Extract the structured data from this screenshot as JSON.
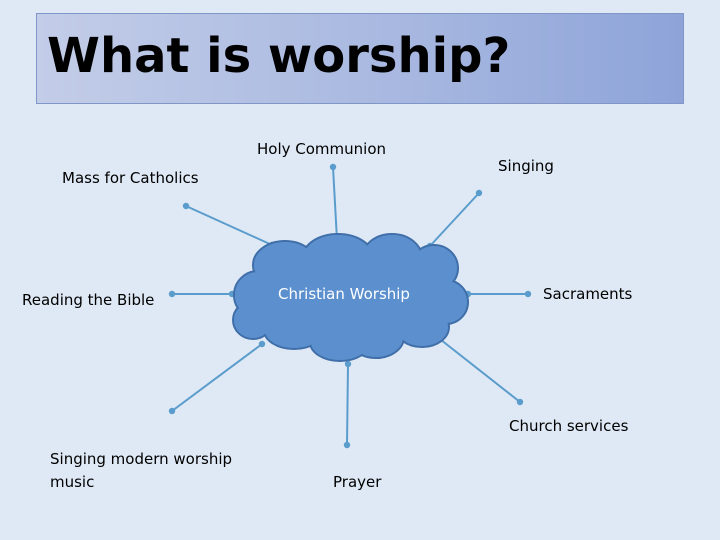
{
  "title": "What is worship?",
  "center": "Christian Worship",
  "nodes": {
    "holy_communion": "Holy Communion",
    "singing": "Singing",
    "mass": "Mass for Catholics",
    "bible": "Reading the Bible",
    "sacraments": "Sacraments",
    "church_services": "Church services",
    "modern_music": "Singing modern worship music",
    "prayer": "Prayer"
  },
  "colors": {
    "cloud_fill": "#5b8fcd",
    "cloud_stroke": "#3f6ea8",
    "connector": "#5a9ccc",
    "title_gradient_end": "#8ea4d9"
  }
}
